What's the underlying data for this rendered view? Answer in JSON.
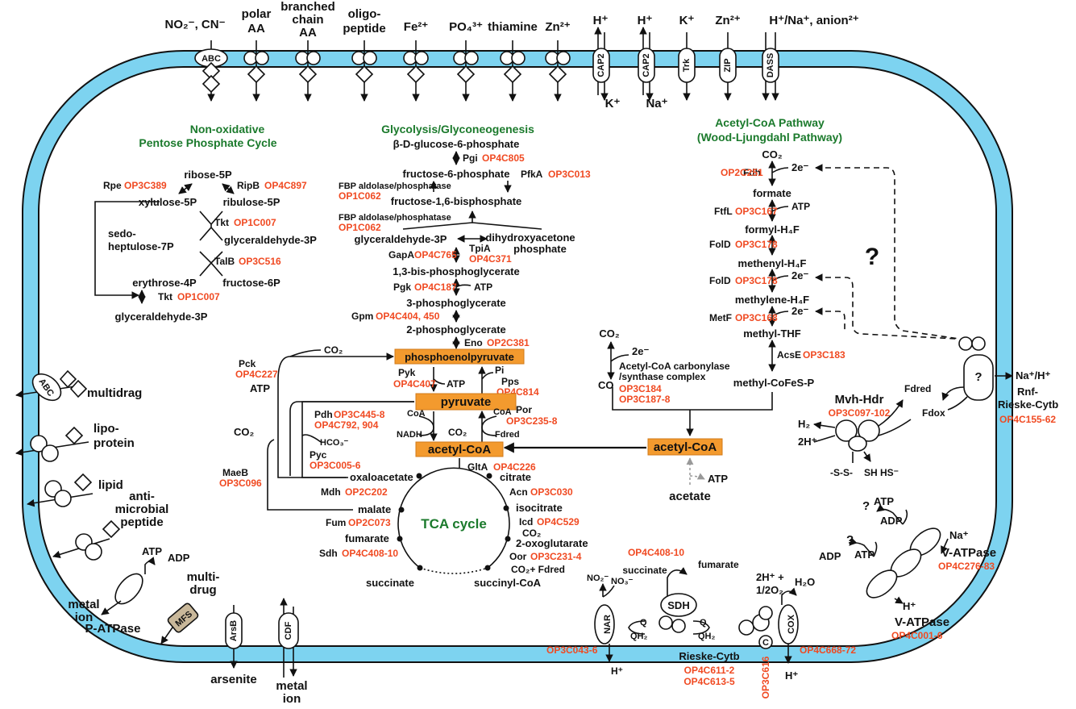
{
  "colors": {
    "membrane": "#7dd3f0",
    "gene": "#f04a22",
    "title": "#1b7a2c",
    "highlight": "#f39a2e"
  },
  "top_substrates": [
    {
      "label": "NO₂⁻, CN⁻"
    },
    {
      "label": "polar"
    },
    {
      "label": "AA"
    },
    {
      "label": "branched"
    },
    {
      "label": "chain"
    },
    {
      "label": "oligo-"
    },
    {
      "label": "peptide"
    },
    {
      "label": "Fe²⁺"
    },
    {
      "label": "PO₄³⁺"
    },
    {
      "label": "thiamine"
    },
    {
      "label": "Zn²⁺"
    },
    {
      "label": "H⁺"
    },
    {
      "label": "K⁺"
    },
    {
      "label": "H⁺/Na⁺, anion²⁺"
    }
  ],
  "transporters": {
    "abc_top": "ABC",
    "cap2_a": "CAP2",
    "cap2_b": "CAP2",
    "trk": "Trk",
    "zip": "ZIP",
    "dass": "DASS",
    "k_out": "K⁺",
    "na_out": "Na⁺",
    "abc_left": "ABC",
    "multidrag": "multidrag",
    "lipo1": "lipo-",
    "lipo2": "protein",
    "lipid": "lipid",
    "anti1": "anti-",
    "anti2": "microbial",
    "anti3": "peptide",
    "atp": "ATP",
    "adp": "ADP",
    "metal1": "metal",
    "metal2": "ion",
    "patpase": "P-ATPase",
    "mfs": "MFS",
    "multi1": "multi-",
    "multi2": "drug",
    "arsb": "ArsB",
    "arsenite": "arsenite",
    "cdf": "CDF",
    "metal3": "metal",
    "metal4": "ion"
  },
  "ppp": {
    "title1": "Non-oxidative",
    "title2": "Pentose Phosphate Cycle",
    "ribose5p": "ribose-5P",
    "rpe": "Rpe",
    "rpe_gene": "OP3C389",
    "ripb": "RipB",
    "ripb_gene": "OP4C897",
    "xylulose5p": "xylulose-5P",
    "ribulose5p": "ribulose-5P",
    "tkt1": "Tkt",
    "tkt1_gene": "OP1C007",
    "sedo1": "sedo-",
    "sedo2": "heptulose-7P",
    "g3p": "glyceraldehyde-3P",
    "talb": "TalB",
    "talb_gene": "OP3C516",
    "erythrose": "erythrose-4P",
    "fructose6p": "fructose-6P",
    "tkt2": "Tkt",
    "tkt2_gene": "OP1C007",
    "g3p2": "glyceraldehyde-3P"
  },
  "glycolysis": {
    "title": "Glycolysis/Glyconeogenesis",
    "bdg6p": "β-D-glucose-6-phosphate",
    "pgi": "Pgi",
    "pgi_gene": "OP4C805",
    "f6p": "fructose-6-phosphate",
    "pfka": "PfkA",
    "pfka_gene": "OP3C013",
    "fbp1": "FBP aldolase/phosphatase",
    "fbp1_gene": "OP1C062",
    "f16bp": "fructose-1,6-bisphosphate",
    "fbp2": "FBP aldolase/phosphatase",
    "fbp2_gene": "OP1C062",
    "g3p": "glyceraldehyde-3P",
    "dhap1": "dihydroxyacetone",
    "dhap2": "phosphate",
    "tpia": "TpiA",
    "tpia_gene": "OP4C371",
    "gapa": "GapA",
    "gapa_gene": "OP4C765",
    "bpg": "1,3-bis-phosphoglycerate",
    "pgk": "Pgk",
    "pgk_gene": "OP4C187",
    "atp1": "ATP",
    "pg3": "3-phosphoglycerate",
    "gpm": "Gpm",
    "gpm_gene": "OP4C404, 450",
    "pg2": "2-phosphoglycerate",
    "eno": "Eno",
    "eno_gene": "OP2C381",
    "pep": "phosphoenolpyruvate",
    "pck": "Pck",
    "pck_gene": "OP4C227",
    "co2_a": "CO₂",
    "atp_pck": "ATP",
    "pyk": "Pyk",
    "pyk_gene": "OP4C407",
    "atp2": "ATP",
    "pi": "Pi",
    "pps": "Pps",
    "pps_gene": "OP4C814",
    "pyruvate": "pyruvate",
    "pdh": "Pdh",
    "pdh_gene1": "OP3C445-8",
    "pdh_gene2": "OP4C792, 904",
    "coa1": "CoA",
    "coa2": "CoA",
    "nadh": "NADH",
    "co2_b": "CO₂",
    "fdred": "Fdred",
    "por": "Por",
    "por_gene": "OP3C235-8",
    "hco3": "HCO₃⁻",
    "pyc": "Pyc",
    "pyc_gene": "OP3C005-6",
    "co2_c": "CO₂",
    "maeb": "MaeB",
    "maeb_gene": "OP3C096",
    "acetylcoa": "acetyl-CoA"
  },
  "tca": {
    "title": "TCA cycle",
    "gltA": "GltA",
    "gltA_gene": "OP4C226",
    "oxaloacetate": "oxaloacetate",
    "mdh": "Mdh",
    "mdh_gene": "OP2C202",
    "citrate": "citrate",
    "acn": "Acn",
    "acn_gene": "OP3C030",
    "malate": "malate",
    "isocitrate": "isocitrate",
    "icd": "Icd",
    "icd_gene": "OP4C529",
    "co2": "CO₂",
    "fum": "Fum",
    "fum_gene": "OP2C073",
    "fumarate": "fumarate",
    "oxoglutarate": "2-oxoglutarate",
    "sdh": "Sdh",
    "sdh_gene": "OP4C408-10",
    "oor": "Oor",
    "oor_gene": "OP3C231-4",
    "co2_fd": "CO₂+ Fdred",
    "succinate": "succinate",
    "succinylcoa": "succinyl-CoA"
  },
  "wl": {
    "title1": "Acetyl-CoA Pathway",
    "title2": "(Wood-Ljungdahl Pathway)",
    "co2": "CO₂",
    "fdh": "Fdh",
    "fdh_gene": "OP2C251",
    "e1": "2e⁻",
    "formate": "formate",
    "ftfl": "FtfL",
    "ftfl_gene": "OP3C167",
    "atp": "ATP",
    "formyl": "formyl-H₄F",
    "fold1": "FolD",
    "fold1_gene": "OP3C178",
    "methenyl": "methenyl-H₄F",
    "fold2": "FolD",
    "fold2_gene": "OP3C178",
    "e2": "2e⁻",
    "methylene": "methylene-H₄F",
    "metf": "MetF",
    "metf_gene": "OP3C168",
    "e3": "2e⁻",
    "methylthf": "methyl-THF",
    "acse": "AcsE",
    "acse_gene": "OP3C183",
    "methylcofes": "methyl-CoFeS-P",
    "co2_left": "CO₂",
    "e4": "2e⁻",
    "co": "CO",
    "acs1": "Acetyl-CoA carbonylase",
    "acs2": "/synthase complex",
    "acs_gene1": "OP3C184",
    "acs_gene2": "OP3C187-8",
    "acetylcoa": "acetyl-CoA",
    "atp2": "ATP",
    "acetate": "acetate",
    "question": "?"
  },
  "right": {
    "rnf1": "Rnf-",
    "rnf2": "Rieske-Cytb",
    "rnf_gene": "OP4C155-62",
    "nah": "Na⁺/H⁺",
    "q": "?",
    "fdred": "Fdred",
    "fdox": "Fdox",
    "mvh": "Mvh-Hdr",
    "mvh_gene": "OP3C097-102",
    "h2": "H₂",
    "h2p": "2H⁺",
    "ss": "-S-S-",
    "shhs": "SH HS⁻",
    "q1": "?",
    "atp1": "ATP",
    "adp1": "ADP",
    "q2": "?",
    "atp2": "ATP",
    "adp2": "ADP",
    "na": "Na⁺",
    "vatp1": "V-ATPase",
    "vatp1_gene": "OP4C276-83",
    "h": "H⁺",
    "vatp2": "V-ATPase",
    "vatp2_gene": "OP4C001-6"
  },
  "bottom": {
    "sdh_gene": "OP4C408-10",
    "succinate": "succinate",
    "fumarate": "fumarate",
    "sdh": "SDH",
    "no2": "NO₂⁻",
    "no3": "NO₃⁻",
    "nar": "NAR",
    "nar_gene": "OP3C043-6",
    "h1": "H⁺",
    "q1": "Q",
    "qh2a": "QH₂",
    "q2": "Q",
    "qh2b": "QH₂",
    "rieske": "Rieske-Cytb",
    "rieske_gene1": "OP4C611-2",
    "rieske_gene2": "OP4C613-5",
    "c": "C",
    "c_gene": "OP3C616",
    "o2": "2H⁺ +",
    "o2b": "1/2O₂",
    "h2o": "H₂O",
    "cox": "COX",
    "cox_gene": "OP4C668-72",
    "h2": "H⁺"
  }
}
